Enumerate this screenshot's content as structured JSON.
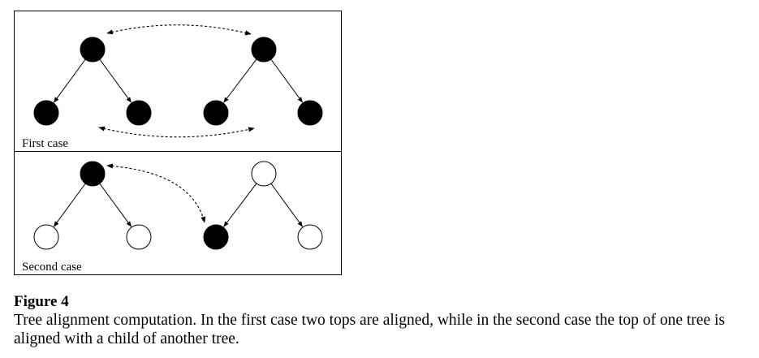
{
  "figure": {
    "panels": [
      {
        "label": "First case",
        "nodes": [
          {
            "id": "a-root",
            "fill": "filled"
          },
          {
            "id": "a-left",
            "fill": "filled"
          },
          {
            "id": "a-right",
            "fill": "filled"
          },
          {
            "id": "b-root",
            "fill": "filled"
          },
          {
            "id": "b-left",
            "fill": "filled"
          },
          {
            "id": "b-right",
            "fill": "filled"
          }
        ],
        "edges": [
          [
            "a-root",
            "a-left"
          ],
          [
            "a-root",
            "a-right"
          ],
          [
            "b-root",
            "b-left"
          ],
          [
            "b-root",
            "b-right"
          ]
        ],
        "alignments": [
          [
            "a-root",
            "b-root"
          ],
          [
            "a-right",
            "b-left"
          ]
        ]
      },
      {
        "label": "Second case",
        "nodes": [
          {
            "id": "c-root",
            "fill": "filled"
          },
          {
            "id": "c-left",
            "fill": "empty"
          },
          {
            "id": "c-right",
            "fill": "empty"
          },
          {
            "id": "d-root",
            "fill": "empty"
          },
          {
            "id": "d-left",
            "fill": "filled"
          },
          {
            "id": "d-right",
            "fill": "empty"
          }
        ],
        "edges": [
          [
            "c-root",
            "c-left"
          ],
          [
            "c-root",
            "c-right"
          ],
          [
            "d-root",
            "d-left"
          ],
          [
            "d-root",
            "d-right"
          ]
        ],
        "alignments": [
          [
            "c-root",
            "d-left"
          ]
        ]
      }
    ],
    "colors": {
      "filled": "#000000",
      "empty": "#ffffff",
      "stroke": "#000000"
    }
  },
  "caption": {
    "label": "Figure 4",
    "text": "Tree alignment computation. In the first case two tops are aligned, while in the second case the top of one tree is aligned with a child of another tree."
  }
}
